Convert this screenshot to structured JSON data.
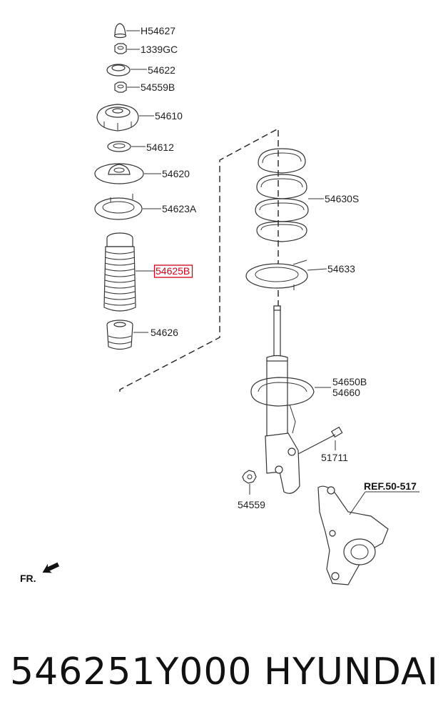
{
  "diagram": {
    "labels": [
      {
        "id": "h54627",
        "text": "H54627"
      },
      {
        "id": "1339gc",
        "text": "1339GC"
      },
      {
        "id": "54622",
        "text": "54622"
      },
      {
        "id": "54559b",
        "text": "54559B"
      },
      {
        "id": "54610",
        "text": "54610"
      },
      {
        "id": "54612",
        "text": "54612"
      },
      {
        "id": "54620",
        "text": "54620"
      },
      {
        "id": "54623a",
        "text": "54623A"
      },
      {
        "id": "54625b",
        "text": "54625B"
      },
      {
        "id": "54626",
        "text": "54626"
      },
      {
        "id": "54630s",
        "text": "54630S"
      },
      {
        "id": "54633",
        "text": "54633"
      },
      {
        "id": "54650b",
        "text": "54650B"
      },
      {
        "id": "54660",
        "text": "54660"
      },
      {
        "id": "51711",
        "text": "51711"
      },
      {
        "id": "54559",
        "text": "54559"
      },
      {
        "id": "ref",
        "text": "REF.50-517"
      },
      {
        "id": "fr",
        "text": "FR."
      }
    ],
    "highlight_color": "#d0021b"
  },
  "caption": {
    "part_number": "546251Y000",
    "brand": "HYUNDAI"
  }
}
